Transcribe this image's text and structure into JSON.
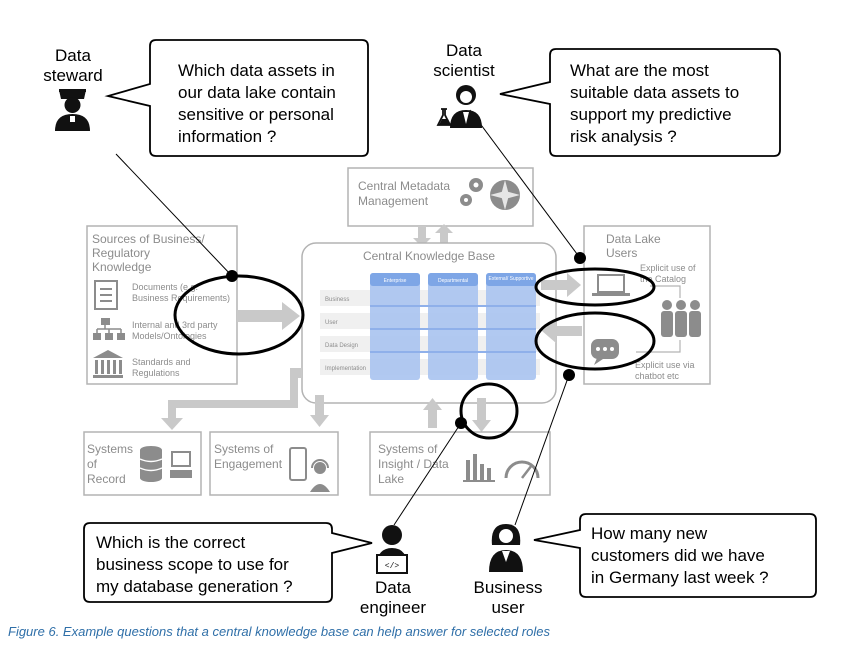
{
  "roles": {
    "data_steward": [
      "Data",
      "steward"
    ],
    "data_scientist": [
      "Data",
      "scientist"
    ],
    "data_engineer": [
      "Data",
      "engineer"
    ],
    "business_user": [
      "Business",
      "user"
    ]
  },
  "bubbles": {
    "steward_question": [
      "Which data assets in",
      "our data lake contain",
      "sensitive or personal",
      "information ?"
    ],
    "scientist_question": [
      "What are the most",
      "suitable data assets to",
      "support my predictive",
      "risk analysis ?"
    ],
    "engineer_question": [
      "Which is the correct",
      "business scope to use for",
      "my database generation ?"
    ],
    "business_question": [
      "How many new",
      "customers did we have",
      "in Germany last week ?"
    ]
  },
  "boxes": {
    "metadata": [
      "Central Metadata",
      "Management"
    ],
    "sources_title": [
      "Sources of Business/",
      "Regulatory",
      "Knowledge"
    ],
    "sources_items": {
      "documents": [
        "Documents (e.g.",
        "Business Requirements)"
      ],
      "models": [
        "Internal and 3rd party",
        "Models/Ontologies"
      ],
      "standards": [
        "Standards and",
        "Regulations"
      ]
    },
    "ckb_title": "Central Knowledge Base",
    "ckb_columns": [
      "Enterprise",
      "Departmental",
      "External/ Supportive"
    ],
    "ckb_rows": [
      "Business",
      "User",
      "Data Design",
      "Implementation"
    ],
    "lake_users_title": [
      "Data Lake",
      "Users"
    ],
    "lake_users_notes": {
      "catalog": [
        "Explicit use of",
        "the Catalog"
      ],
      "chatbot": [
        "Explicit use via",
        "chatbot etc"
      ]
    },
    "record": [
      "Systems",
      "of",
      "Record"
    ],
    "engagement": [
      "Systems of",
      "Engagement"
    ],
    "insight": [
      "Systems of",
      "Insight / Data",
      "Lake"
    ]
  },
  "caption": "Figure 6. Example questions that a central knowledge base can help answer for selected roles",
  "colors": {
    "gray_text": "#8c8c8c",
    "box_stroke": "#b3b3b3",
    "arrow": "#c9c9c9",
    "ckb_column": "#a9c3f0",
    "ckb_column_head": "#7ea6e6",
    "caption": "#2f6fa8"
  },
  "icons": [
    "steward-icon",
    "scientist-icon",
    "engineer-icon",
    "business-user-icon",
    "gears-icon",
    "compass-icon",
    "checklist-icon",
    "org-chart-icon",
    "bank-icon",
    "laptop-icon",
    "people-icon",
    "chat-icon",
    "database-icon",
    "keyboard-icon",
    "mobile-phone-icon",
    "headset-icon",
    "bar-chart-icon",
    "gauge-icon"
  ]
}
